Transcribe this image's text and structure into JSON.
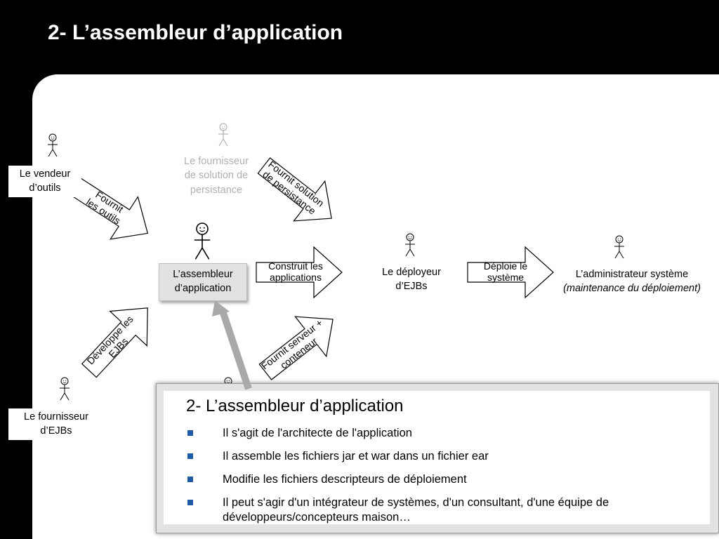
{
  "slide_title": "2- L’assembleur d’application",
  "actors": {
    "vendeur": [
      "Le vendeur",
      "d’outils"
    ],
    "persistance": [
      "Le fournisseur",
      "de solution de",
      "persistance"
    ],
    "assembleur": [
      "L’assembleur",
      "d’application"
    ],
    "deployeur": [
      "Le déployeur",
      "d’EJBs"
    ],
    "administrateur": [
      "L’administrateur système",
      "(maintenance du déploiement)"
    ],
    "fournisseur_ejb": [
      "Le fournisseur",
      "d’EJBs"
    ]
  },
  "arrows": {
    "fournit_outils": [
      "Fournit",
      "les outils"
    ],
    "fournit_persistance": [
      "Fournit solution",
      "de persistance"
    ],
    "construit": [
      "Construit les",
      "applications"
    ],
    "deploie": [
      "Déploie le",
      "système"
    ],
    "developpe": [
      "Développe les",
      "EJBs"
    ],
    "serveur": [
      "Fournit serveur +",
      "conteneur"
    ]
  },
  "callout": {
    "title": "2- L’assembleur d’application",
    "bullets": [
      "Il s'agit de l'architecte de l'application",
      "Il assemble les fichiers jar et war dans un fichier ear",
      "Modifie les fichiers descripteurs de déploiement",
      "Il peut s'agir d'un intégrateur de systèmes, d'un consultant, d'une équipe de développeurs/concepteurs maison…"
    ]
  },
  "colors": {
    "bullet": "#1f5aa6",
    "pointer": "#a9a9a9",
    "faded": "#b0b0b0"
  }
}
